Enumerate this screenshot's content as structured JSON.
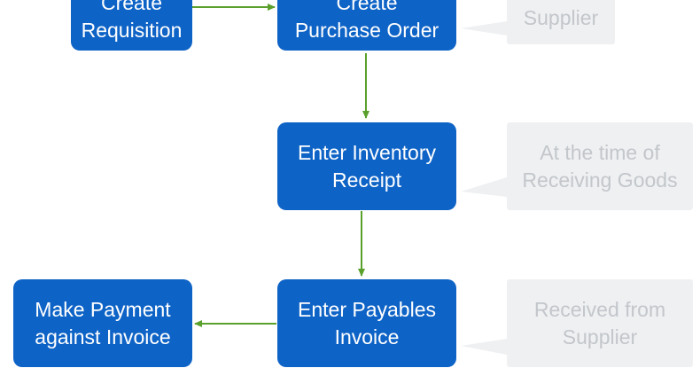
{
  "steps": {
    "create_requisition": {
      "line1": "Create",
      "line2": "Requisition"
    },
    "create_purchase_order": {
      "line1": "Create",
      "line2": "Purchase Order"
    },
    "enter_inventory_receipt": {
      "line1": "Enter Inventory",
      "line2": "Receipt"
    },
    "enter_payables_invoice": {
      "line1": "Enter Payables",
      "line2": "Invoice"
    },
    "make_payment": {
      "line1": "Make Payment",
      "line2": "against Invoice"
    }
  },
  "notes": {
    "sent_to_supplier": {
      "line1": "Supplier"
    },
    "receiving_goods": {
      "line1": "At the time of",
      "line2": "Receiving Goods"
    },
    "received_from_supplier": {
      "line1": "Received from",
      "line2": "Supplier"
    }
  },
  "colors": {
    "step_fill": "#0e63c6",
    "step_text": "#ffffff",
    "note_fill": "#eef0f2",
    "note_text": "#c3c6ca",
    "arrow": "#5aa02c"
  }
}
